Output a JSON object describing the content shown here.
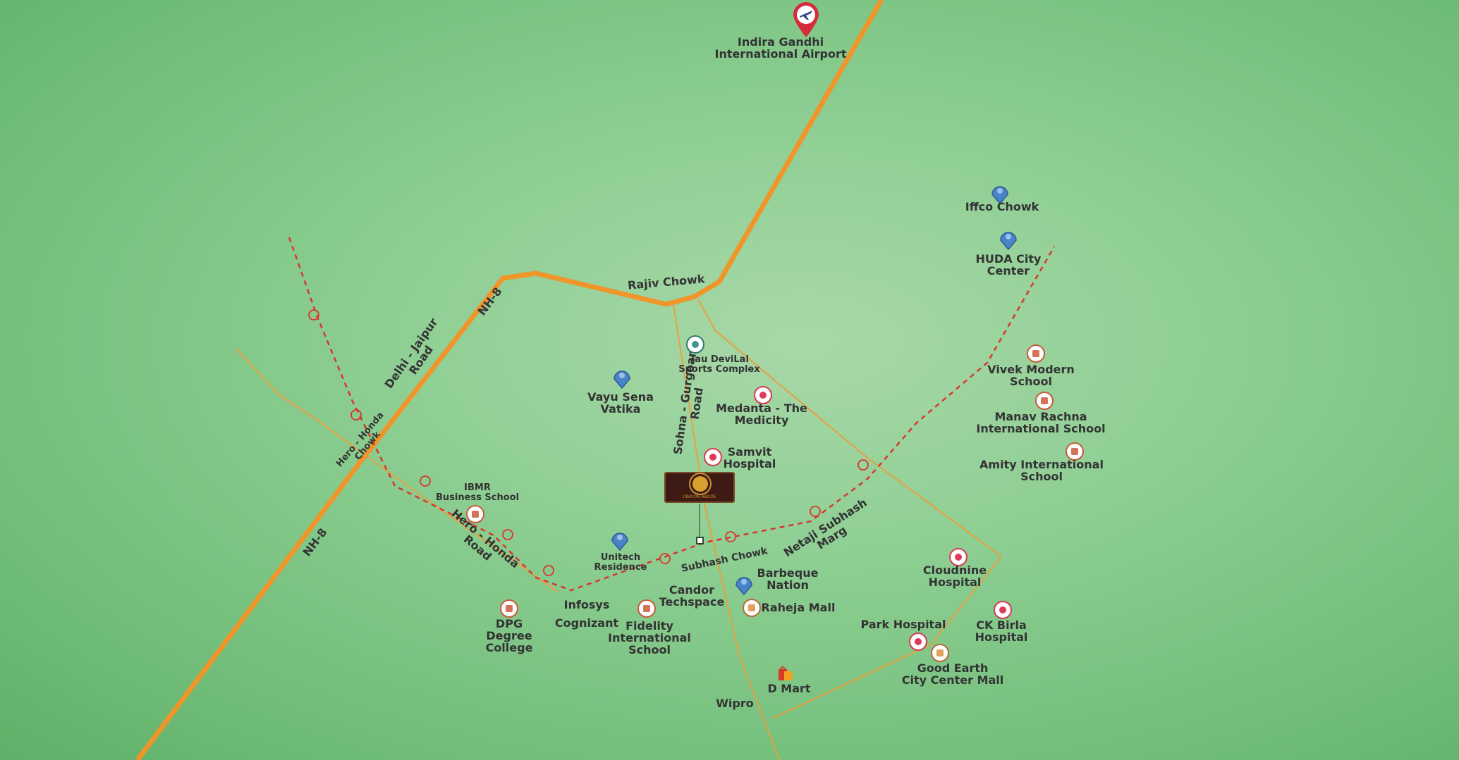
{
  "map": {
    "airport": {
      "label": "Indira Gandhi\nInternational Airport",
      "icon": "airport-plane-icon"
    },
    "project_logo": {
      "text": "CRAYON ABODE"
    },
    "roads": {
      "nh8_top": "NH-8",
      "nh8_bottom": "NH-8",
      "delhi_jaipur": "Delhi - Jaipur\nRoad",
      "hero_honda_chowk": "Hero - Honda\nChowk",
      "hero_honda_road": "Hero - Honda\nRoad",
      "sohna_gurgaon": "Sohna - Gurgoan\nRoad",
      "netaji_subhash": "Netaji Subhash\nMarg",
      "subhash_chowk": "Subhash Chowk",
      "rajiv_chowk": "Rajiv Chowk"
    },
    "places": {
      "iffco_chowk": "Iffco Chowk",
      "huda_city_center": "HUDA City\nCenter",
      "vivek_modern_school": "Vivek Modern\nSchool",
      "manav_rachna": "Manav Rachna\nInternational School",
      "amity": "Amity International\nSchool",
      "tau_devilal": "Tau DeviLal\nSports Complex",
      "vayu_sena_vatika": "Vayu Sena\nVatika",
      "medanta": "Medanta - The\nMedicity",
      "samvit_hospital": "Samvit\nHospital",
      "ibmr": "IBMR\nBusiness School",
      "unitech_residence": "Unitech\nResidence",
      "barbeque_nation": "Barbeque\nNation",
      "candor_techspace": "Candor\nTechspace",
      "raheja_mall": "Raheja Mall",
      "infosys": "Infosys",
      "cognizant": "Cognizant",
      "fidelity": "Fidelity\nInternational\nSchool",
      "dpg": "DPG\nDegree\nCollege",
      "cloudnine": "Cloudnine\nHospital",
      "park_hospital": "Park Hospital",
      "ck_birla": "CK Birla\nHospital",
      "good_earth": "Good Earth\nCity Center Mall",
      "d_mart": "D Mart",
      "wipro": "Wipro"
    },
    "colors": {
      "background": "#8fcf94",
      "highway": "#f0952a",
      "minor_road": "#e8a040",
      "metro": "#d9362e",
      "pin_blue": "#4a84c8",
      "airport_pin": "#d42c3a"
    }
  }
}
